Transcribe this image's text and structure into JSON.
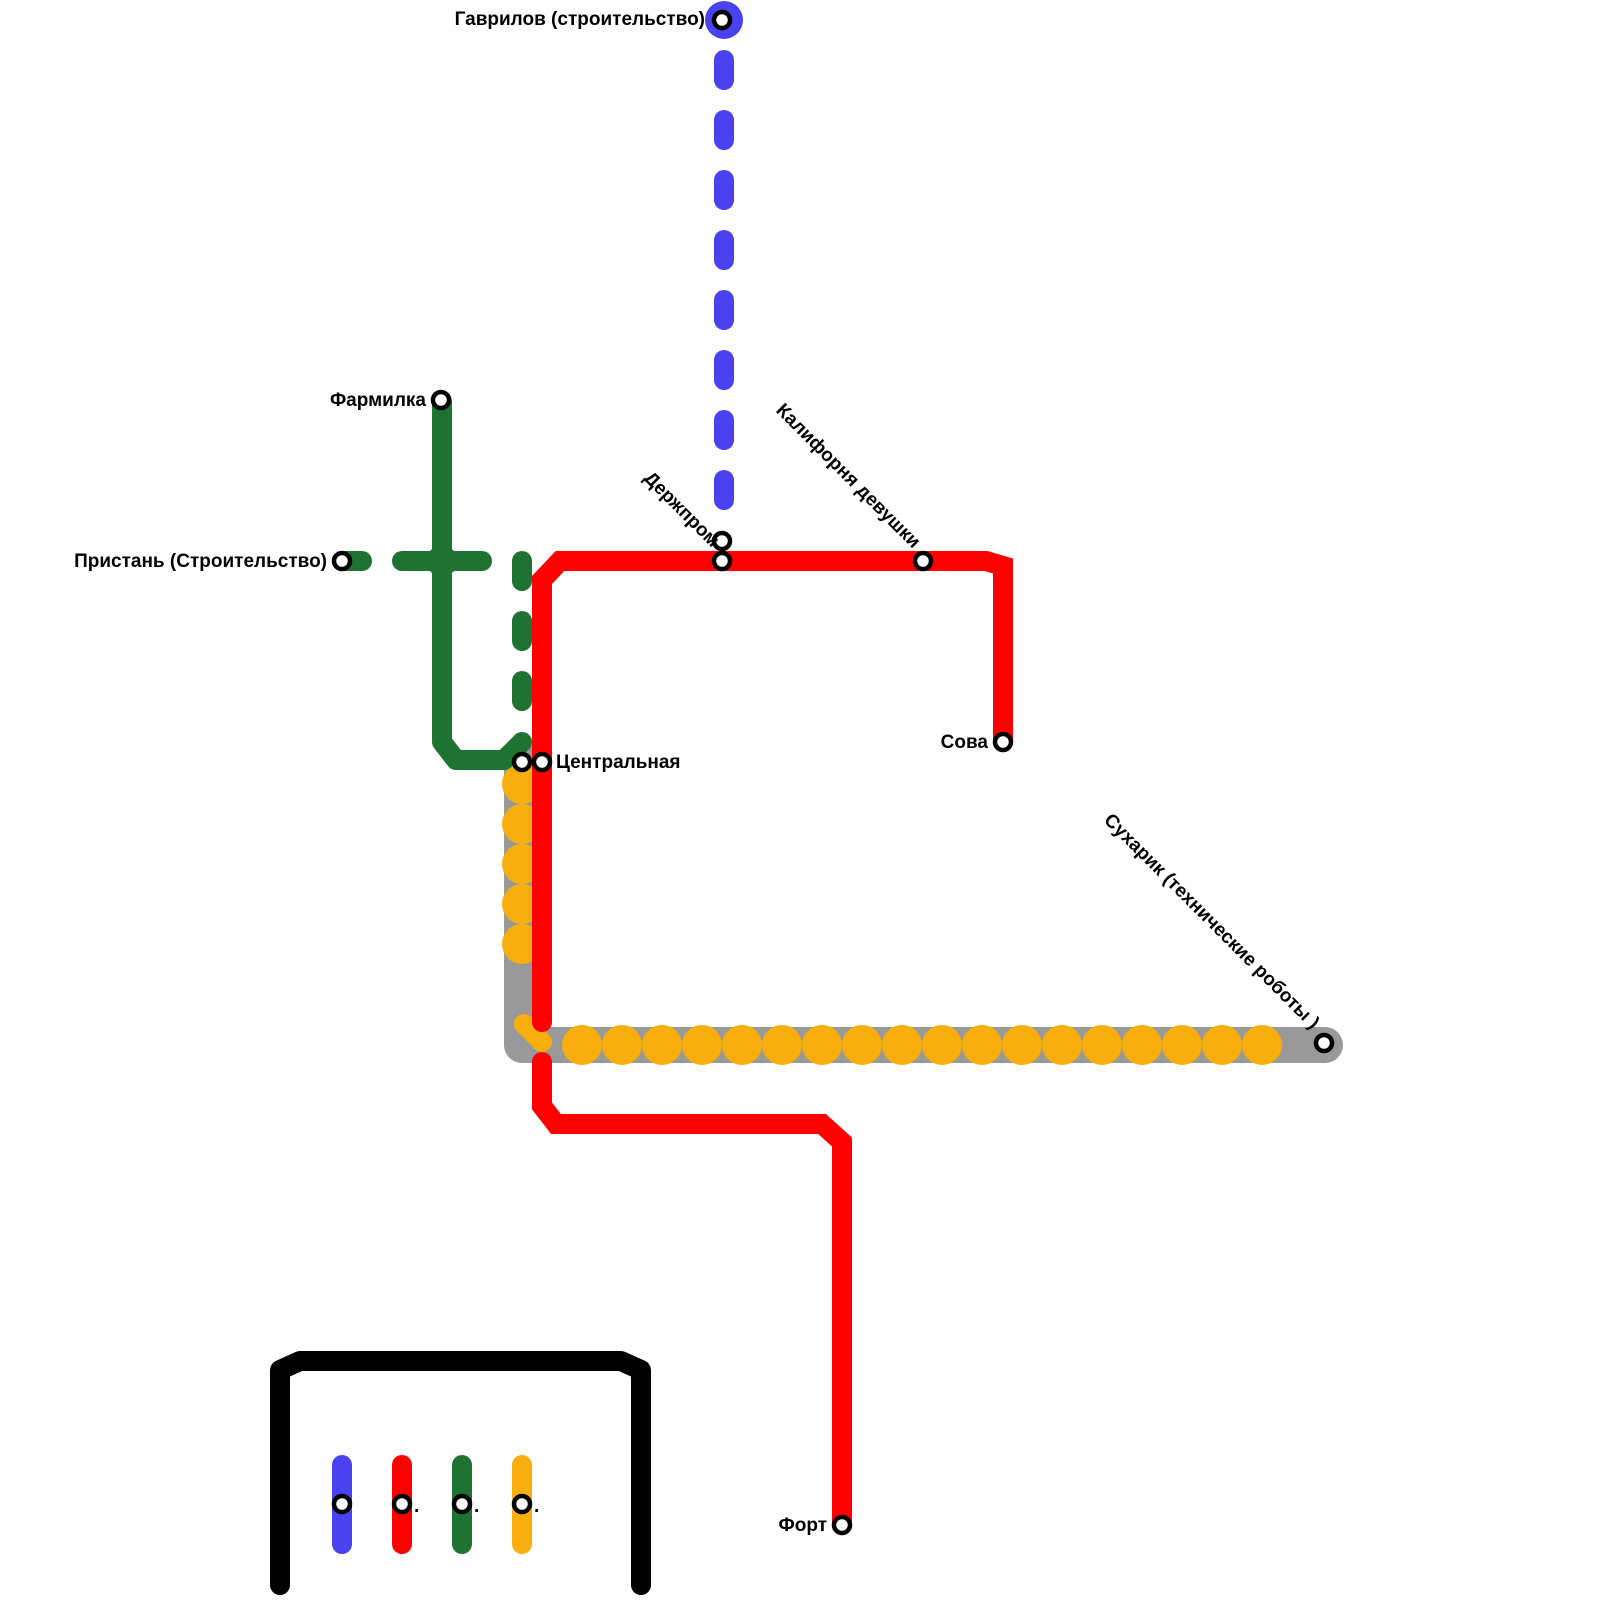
{
  "colors": {
    "blue": "#4A42EE",
    "red": "#FF0000",
    "green": "#1E7232",
    "yellow": "#F8AF0E",
    "gray": "#999999",
    "black": "#000000"
  },
  "stations": {
    "gavrilov": "Гаврилов  (строительство)",
    "farmilka": "Фармилка",
    "pristan": "Пристань (Строительство)",
    "derzhprom": "Держпром",
    "kalifornia": "Калифорня девушки",
    "sova": "Сова",
    "centralnaya": "Центральная",
    "sukharik": "Сухарик (технические роботы )",
    "fort": "Форт"
  },
  "legend": {
    "items": [
      {
        "line": "blue",
        "label": ""
      },
      {
        "line": "red",
        "label": "."
      },
      {
        "line": "green",
        "label": "."
      },
      {
        "line": "yellow",
        "label": "."
      }
    ]
  }
}
